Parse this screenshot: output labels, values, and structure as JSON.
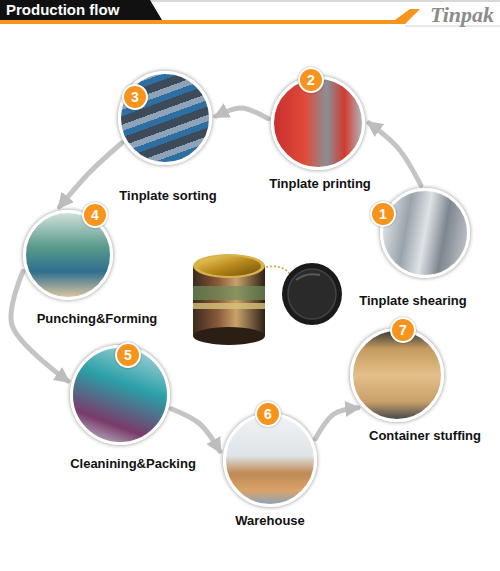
{
  "diagram": {
    "title": "Production flow",
    "nodes": [
      {
        "text": [
          "1",
          "Tinplate shearing"
        ]
      },
      {
        "text": [
          "2",
          "Tinplate printing"
        ]
      },
      {
        "text": [
          "3",
          "Tinplate sorting"
        ]
      },
      {
        "text": [
          "4",
          "Punching&Forming"
        ]
      },
      {
        "text": [
          "5",
          "Cleanining&Packing"
        ]
      },
      {
        "text": [
          "6",
          "Warehouse"
        ]
      },
      {
        "text": [
          "7",
          "Container stuffing"
        ]
      }
    ],
    "edges": [
      {
        "from": 0,
        "to": 1,
        "arrow": "to"
      },
      {
        "from": 1,
        "to": 2,
        "arrow": "to"
      },
      {
        "from": 2,
        "to": 3,
        "arrow": "to"
      },
      {
        "from": 3,
        "to": 4,
        "arrow": "to"
      },
      {
        "from": 4,
        "to": 5,
        "arrow": "to"
      },
      {
        "from": 5,
        "to": 6,
        "arrow": "to"
      }
    ],
    "labels": [
      "Tinpak"
    ]
  }
}
